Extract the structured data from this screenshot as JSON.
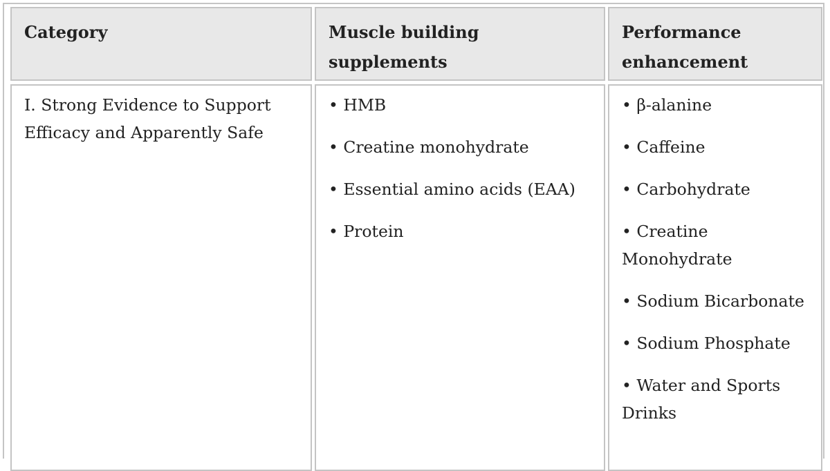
{
  "table": {
    "headers": [
      "Category",
      "Muscle building supplements",
      "Performance enhancement"
    ],
    "rows": [
      {
        "category": "I. Strong Evidence to Support Efficacy and Apparently Safe",
        "muscle_building": [
          "HMB",
          "Creatine monohydrate",
          "Essential amino acids (EAA)",
          "Protein"
        ],
        "performance": [
          "β-alanine",
          "Caffeine",
          "Carbohydrate",
          "Creatine Monohydrate",
          "Sodium Bicarbonate",
          "Sodium Phosphate",
          "Water and Sports Drinks"
        ]
      }
    ]
  }
}
